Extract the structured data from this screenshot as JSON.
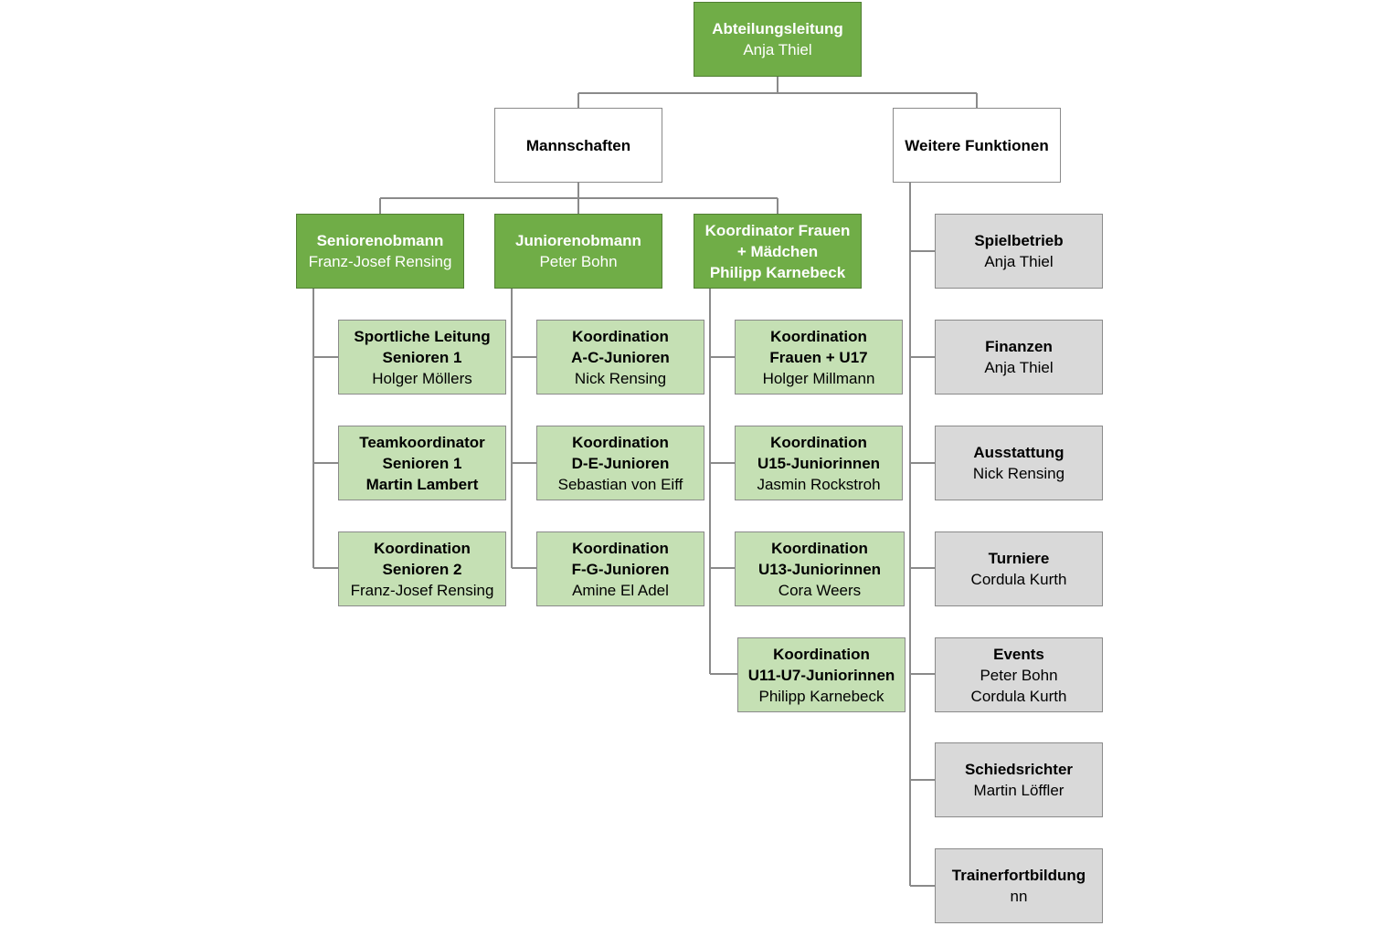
{
  "root": {
    "title": "Abteilungsleitung",
    "name": "Anja Thiel"
  },
  "mannschaften": {
    "title": "Mannschaften"
  },
  "weitere": {
    "title": "Weitere Funktionen"
  },
  "senioren": {
    "title": "Seniorenobmann",
    "name": "Franz-Josef Rensing",
    "items": [
      {
        "l1": "Sportliche Leitung",
        "l2": "Senioren 1",
        "l3": "Holger Möllers"
      },
      {
        "l1": "Teamkoordinator",
        "l2": "Senioren 1",
        "l3": "Martin Lambert"
      },
      {
        "l1": "Koordination",
        "l2": "Senioren 2",
        "l3": "Franz-Josef Rensing"
      }
    ]
  },
  "junioren": {
    "title": "Juniorenobmann",
    "name": "Peter Bohn",
    "items": [
      {
        "l1": "Koordination",
        "l2": "A-C-Junioren",
        "l3": "Nick Rensing"
      },
      {
        "l1": "Koordination",
        "l2": "D-E-Junioren",
        "l3": "Sebastian von Eiff"
      },
      {
        "l1": "Koordination",
        "l2": "F-G-Junioren",
        "l3": "Amine El Adel"
      }
    ]
  },
  "frauen": {
    "title1": "Koordinator Frauen",
    "title2": "+ Mädchen",
    "name": "Philipp Karnebeck",
    "items": [
      {
        "l1": "Koordination",
        "l2": "Frauen + U17",
        "l3": "Holger Millmann"
      },
      {
        "l1": "Koordination",
        "l2": "U15-Juniorinnen",
        "l3": "Jasmin Rockstroh"
      },
      {
        "l1": "Koordination",
        "l2": "U13-Juniorinnen",
        "l3": "Cora Weers"
      },
      {
        "l1": "Koordination",
        "l2": "U11-U7-Juniorinnen",
        "l3": "Philipp Karnebeck"
      }
    ]
  },
  "funktionen": [
    {
      "title": "Spielbetrieb",
      "names": [
        "Anja Thiel"
      ]
    },
    {
      "title": "Finanzen",
      "names": [
        "Anja Thiel"
      ]
    },
    {
      "title": "Ausstattung",
      "names": [
        "Nick Rensing"
      ]
    },
    {
      "title": "Turniere",
      "names": [
        "Cordula Kurth"
      ]
    },
    {
      "title": "Events",
      "names": [
        "Peter Bohn",
        "Cordula Kurth"
      ]
    },
    {
      "title": "Schiedsrichter",
      "names": [
        "Martin Löffler"
      ]
    },
    {
      "title": "Trainerfortbildung",
      "names": [
        "nn"
      ]
    }
  ]
}
